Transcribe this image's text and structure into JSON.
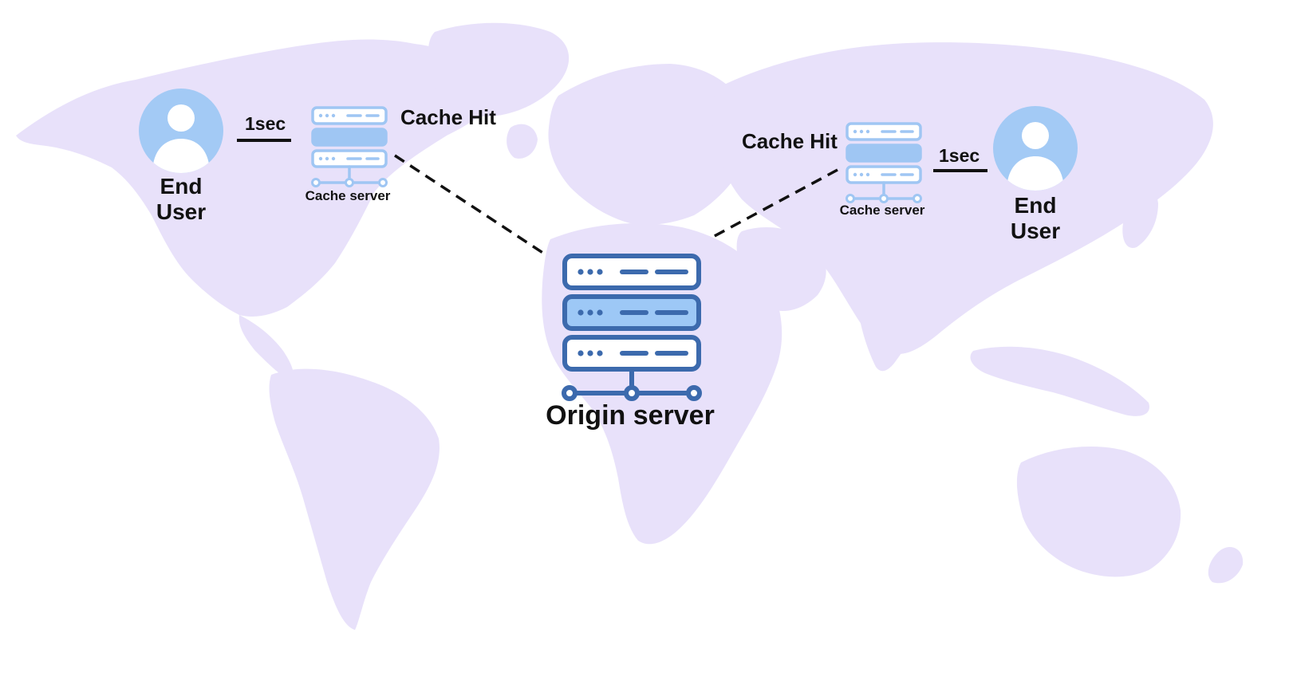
{
  "nodes": {
    "end_user_left": {
      "line1": "End",
      "line2": "User"
    },
    "end_user_right": {
      "line1": "End",
      "line2": "User"
    },
    "cache_server_left": {
      "label": "Cache server",
      "status": "Cache Hit",
      "latency": "1sec"
    },
    "cache_server_right": {
      "label": "Cache server",
      "status": "Cache Hit",
      "latency": "1sec"
    },
    "origin_server": {
      "label": "Origin server"
    }
  },
  "colors": {
    "map": "#e8e1fa",
    "avatar_fill": "#a3caf5",
    "cache_server_stroke": "#9fc6f3",
    "origin_server_stroke": "#3c6aad",
    "origin_server_accent": "#9dc8f6",
    "connector": "#111111"
  },
  "icons": [
    "user-avatar-icon",
    "server-icon",
    "world-map"
  ]
}
